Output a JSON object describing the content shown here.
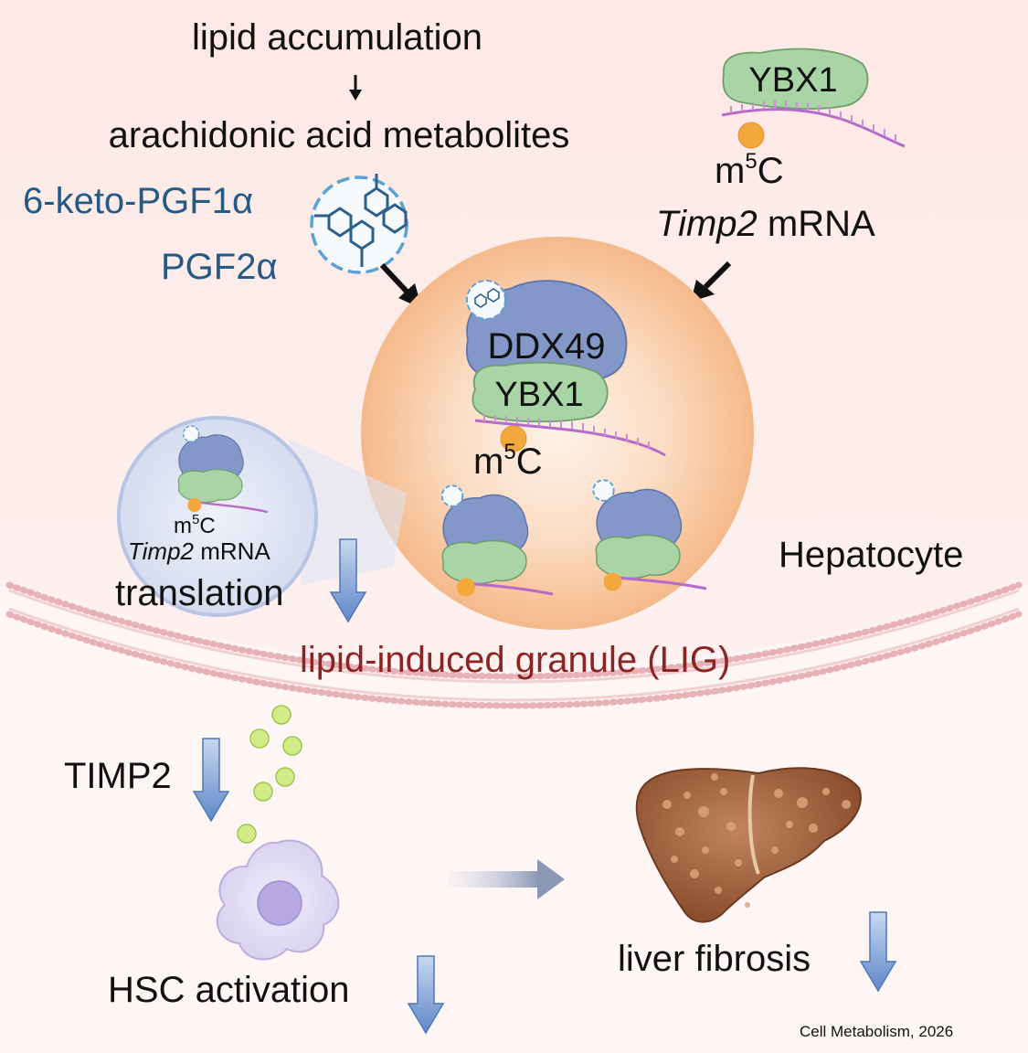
{
  "top": {
    "lipid_accumulation": "lipid accumulation",
    "metabolites": "arachidonic acid  metabolites",
    "keto": "6-keto-PGF1α",
    "pgf2": "PGF2α"
  },
  "topright": {
    "ybx1": "YBX1",
    "m": "m",
    "sup": "5",
    "c": "C",
    "timp2": "Timp2",
    "mrna": " mRNA"
  },
  "granule": {
    "ddx49": "DDX49",
    "ybx1": "YBX1",
    "m": "m",
    "sup": "5",
    "c": "C",
    "label": "lipid-induced granule (LIG)"
  },
  "inset": {
    "m": "m",
    "sup": "5",
    "c": "C",
    "timp2": "Timp2",
    "mrna": " mRNA",
    "translation": "translation"
  },
  "cell": {
    "hepatocyte": "Hepatocyte"
  },
  "bottom": {
    "timp2_protein": "TIMP2",
    "hsc": "HSC activation",
    "fibrosis": "liver fibrosis"
  },
  "citation": "Cell Metabolism, 2026",
  "colors": {
    "ddx49": "#8497c9",
    "ybx1": "#a9d5a6",
    "m5c": "#f2a93b",
    "rna": "#b56cc8",
    "down_arrow": "#6f95cf",
    "granule": "#f8c79d",
    "metabolite_blue": "#235a86",
    "lig_red": "#8b2524"
  }
}
